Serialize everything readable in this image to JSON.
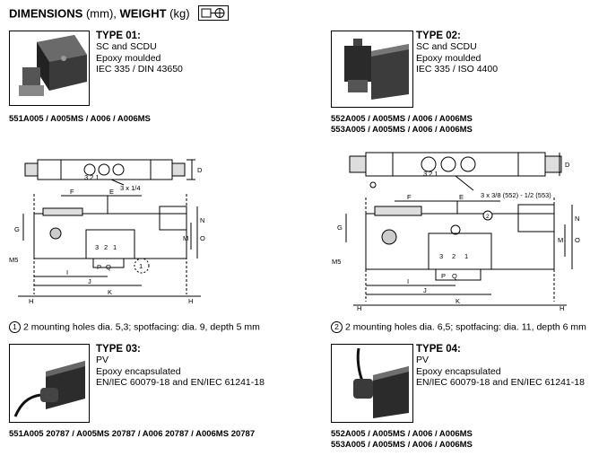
{
  "heading": {
    "bold1": "DIMENSIONS",
    "unit1": "(mm),",
    "bold2": "WEIGHT",
    "unit2": "(kg)"
  },
  "types": [
    {
      "title": "TYPE 01:",
      "lines": [
        "SC and SCDU",
        "Epoxy moulded",
        "IEC 335 / DIN 43650"
      ],
      "codes": [
        "551A005 / A005MS / A006 / A006MS"
      ]
    },
    {
      "title": "TYPE 02:",
      "lines": [
        "SC and SCDU",
        "Epoxy moulded",
        "IEC 335 / ISO 4400"
      ],
      "codes": [
        "552A005 / A005MS / A006 / A006MS",
        "553A005 / A005MS / A006 / A006MS"
      ]
    },
    {
      "title": "TYPE 03:",
      "lines": [
        "PV",
        "Epoxy encapsulated",
        "EN/IEC 60079-18 and EN/IEC 61241-18"
      ],
      "codes": [
        "551A005 20787 / A005MS 20787 / A006 20787 / A006MS 20787"
      ]
    },
    {
      "title": "TYPE 04:",
      "lines": [
        "PV",
        "Epoxy encapsulated",
        "EN/IEC 60079-18 and EN/IEC 61241-18"
      ],
      "codes": [
        "552A005 / A005MS / A006 / A006MS",
        "553A005 / A005MS / A006 / A006MS"
      ]
    }
  ],
  "notes": [
    {
      "num": "1",
      "text": "2 mounting holes dia. 5,3; spotfacing: dia. 9, depth 5 mm"
    },
    {
      "num": "2",
      "text": "2 mounting holes dia. 6,5; spotfacing: dia. 11, depth 6 mm"
    }
  ],
  "drawing_left": {
    "top_labels": {
      "ports": "3 x 1/4",
      "d": "D",
      "nums": "3  2  1"
    },
    "side_labels": {
      "f": "F",
      "e": "E",
      "g": "G",
      "n": "N",
      "o": "O",
      "m": "M",
      "m5": "M5",
      "h1": "H",
      "h2": "H",
      "i": "I",
      "j": "J",
      "k": "K",
      "p": "P",
      "q": "Q",
      "c1": "1",
      "three": "3",
      "two": "2",
      "one": "1"
    }
  },
  "drawing_right": {
    "top_labels": {
      "ports": "3 x 3/8 (552) - 1/2 (553)",
      "d": "D",
      "nums": "3  2  1"
    },
    "side_labels": {
      "f": "F",
      "e": "E",
      "g": "G",
      "n": "N",
      "o": "O",
      "m": "M",
      "m5": "M5",
      "h1": "H",
      "h2": "H",
      "i": "I",
      "j": "J",
      "k": "K",
      "p": "P",
      "q": "Q",
      "c2": "2",
      "three": "3",
      "two": "2",
      "one": "1"
    }
  }
}
